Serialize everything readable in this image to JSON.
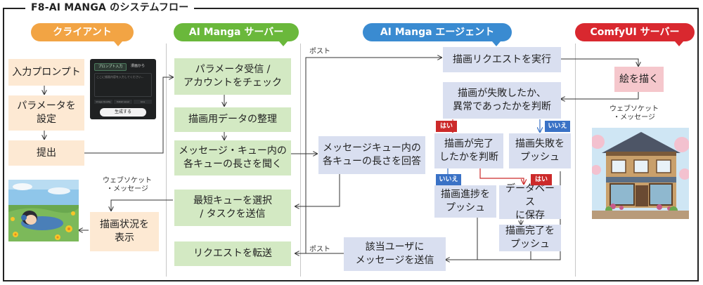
{
  "title": "F8-AI MANGA のシステムフロー",
  "lanes": {
    "client": {
      "label": "クライアント",
      "color": "#f2a444"
    },
    "server": {
      "label": "AI Manga サーバー",
      "color": "#6ab83b"
    },
    "agent": {
      "label": "AI Manga エージェント",
      "color": "#3a8bd1"
    },
    "comfy": {
      "label": "ComfyUI サーバー",
      "color": "#d9282f"
    }
  },
  "client": {
    "input_prompt": "入力プロンプト",
    "set_params": "パラメータを\n設定",
    "submit": "提出",
    "show_status": "描画状況を\n表示",
    "ws_label": "ウェブソケット\n・メッセージ",
    "app_ui": {
      "prompt": "プロンプト入力",
      "mode": "漫画から",
      "hint": "ここに描画内容を入力してください...",
      "buttons": [
        "Image Quality",
        "Detail Level",
        "Line"
      ],
      "send": "生成する"
    }
  },
  "server": {
    "receive": "パラメータ受信 /\nアカウントをチェック",
    "organize": "描画用データの整理",
    "ask_queues": "メッセージ・キュー内の\n各キューの長さを聞く",
    "choose": "最短キューを選択\n/ タスクを送信",
    "forward": "リクエストを転送"
  },
  "agent": {
    "execute": "描画リクエストを実行",
    "check": "描画が失敗したか、\n異常であったかを判断",
    "answer_queues": "メッセージキュー内の\n各キューの長さを回答",
    "judge_done": "描画が完了\nしたかを判断",
    "push_fail": "描画失敗を\nプッシュ",
    "push_progress": "描画進捗を\nプッシュ",
    "save_db": "データベース\nに保存",
    "push_done": "描画完了を\nプッシュ",
    "send_user": "該当ユーザに\nメッセージを送信",
    "yes": "はい",
    "no": "いいえ",
    "post_top": "ポスト",
    "post_bottom": "ポスト"
  },
  "comfy": {
    "draw": "絵を描く",
    "ws_label": "ウェブソケット\n・メッセージ"
  }
}
